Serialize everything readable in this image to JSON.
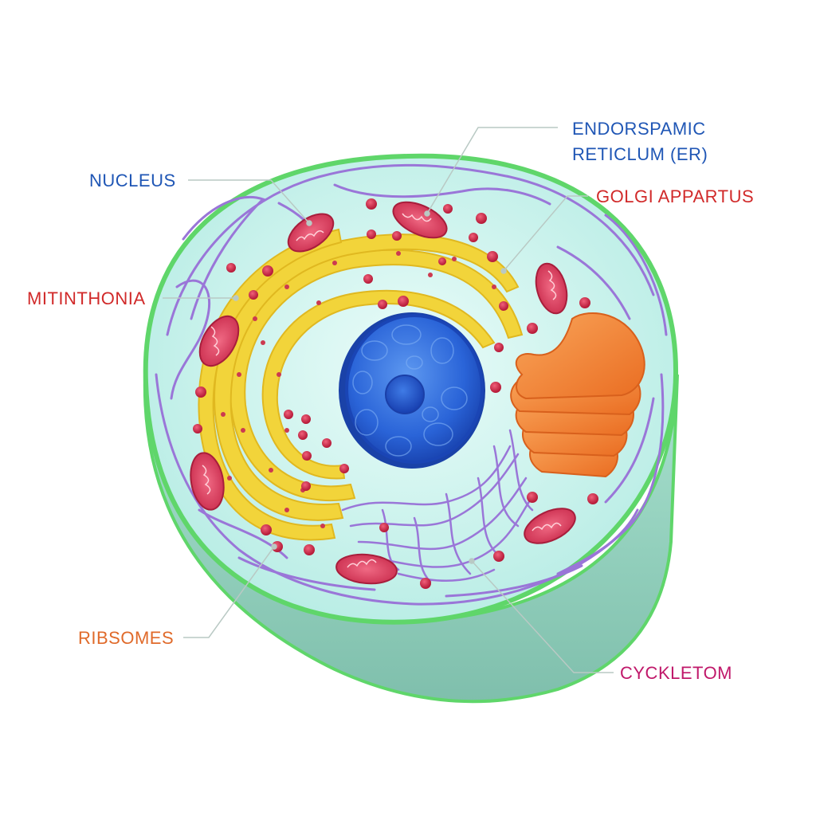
{
  "labels": {
    "nucleus": {
      "text": "NUCLEUS",
      "color": "#1f56b5"
    },
    "er": {
      "line1": "ENDORSPAMIC",
      "line2": "RETICLUM (ER)",
      "color": "#1f56b5"
    },
    "golgi": {
      "text": "GOLGI APPARTUS",
      "color": "#d12a2a"
    },
    "mitochondria": {
      "text": "MITINTHONIA",
      "color": "#d12a2a"
    },
    "ribosomes": {
      "text": "RIBSOMES",
      "color": "#e06a2a"
    },
    "cytoskeleton": {
      "text": "CYCKLETOM",
      "color": "#c0186a"
    }
  },
  "colors": {
    "membrane": "#5fd66a",
    "cytoplasm": "#cbf3ee",
    "side_wall": "#8fd2bf",
    "er_membrane": "#9a76d8",
    "nucleus": "#2460d6",
    "nucleolus": "#1a4fc4",
    "rough_er": "#f2d43a",
    "golgi": "#f48a3a",
    "mitochondria": "#d83a5a",
    "ribosome": "#cc2645",
    "leader": "#b9c9c4"
  }
}
